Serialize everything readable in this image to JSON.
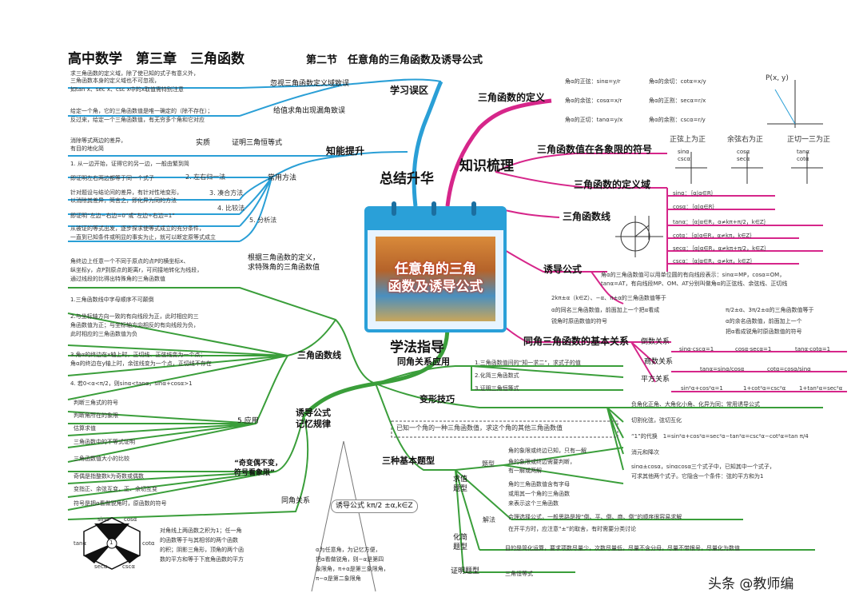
{
  "header": {
    "title": "高中数学　第三章　三角函数",
    "subtitle": "第二节　任意角的三角函数及诱导公式"
  },
  "center": {
    "line1": "任意角的三角",
    "line2": "函数及诱导公式"
  },
  "watermark": "头条 @教师编",
  "branches": {
    "summary": "总结升华",
    "knowledge": "知识梳理",
    "method": "学法指导"
  },
  "summary": {
    "mistakes": "学习误区",
    "m1": "忽视三角函数定义域致误",
    "m1_note": [
      "求三角函数的定义域，除了使已知的式子有意义外，",
      "三角函数本身的定义域也不可忽视，",
      "如tan x、sec x、csc x中的x取值需特别注意"
    ],
    "m2": "给值求角出现漏角致误",
    "m2_note": [
      "给定一个角，它的三角函数值是唯一确定的（除不存在）；",
      "反过来，给定一个三角函数值，有无穷多个角和它对应"
    ],
    "ability": "知能提升",
    "essence": "实质",
    "essence_note": [
      "消除等式两边的差异，",
      "有目的地化简"
    ],
    "prove": "证明三角恒等式",
    "common": "常用方法",
    "methods": [
      {
        "label": "1. 从一边开始，证得它的另一边，一般由繁到简",
        "tag": ""
      },
      {
        "label": "即证明左右两边都等于同一个式子",
        "tag": "2. 左右归一法"
      },
      {
        "label": "针对题设与结论间的差异，有针对性地变形，",
        "label2": "以消除其差异，简言之，即化异为同的方法",
        "tag": "3. 凑合方法"
      },
      {
        "label": "即证明“左边−右边=0”或“左边÷右边=1”",
        "tag": "4. 比较法"
      },
      {
        "label": "从被证的等式出发，逐步探求使等式成立的充分条件，",
        "label2": "一直到已知条件或明显的事实为止，就可以断定原等式成立",
        "tag": "5. 分析法"
      }
    ]
  },
  "knowledge": {
    "def": "三角函数的定义",
    "def_items": [
      "角α的正弦：sinα=y/r",
      "角α的余切：cotα=x/y",
      "角α的余弦：cosα=x/r",
      "角α的正割：secα=r/x",
      "角α的正切：tanα=y/x",
      "角α的余割：cscα=r/y"
    ],
    "diagram_label": "P(x, y)",
    "quadrant": "三角函数值在各象限的符号",
    "quadrant_heads": [
      "正弦上为正",
      "余弦右为正",
      "正切一三为正"
    ],
    "quadrant_fn": [
      "sinα",
      "cscα",
      "cosα",
      "secα",
      "tanα",
      "cotα"
    ],
    "domain": "三角函数的定义域",
    "domain_items": [
      "sinα：｛α|α∈R｝",
      "cosα：｛α|α∈R｝",
      "tanα：｛α|α∈R，α≠kπ+π/2，k∈Z｝",
      "cotα：｛α|α∈R，α≠kπ，k∈Z｝",
      "secα：｛α|α∈R，α≠kπ+π/2，k∈Z｝",
      "cscα：｛α|α∈R，α≠kπ，k∈Z｝"
    ],
    "line": "三角函数线",
    "line_note": [
      "角α的三角函数值可以用单位圆的有向线段表示：sinα=MP，cosα=OM，",
      "tanα=AT，有向线段MP、OM、AT分别叫做角α的正弦线、余弦线、正切线"
    ],
    "induction": "诱导公式",
    "induction_note1": [
      "2kπ±α（k∈Z）、−α、π±α的三角函数值等于",
      "α的同名三角函数值，前面加上一个把α看成",
      "锐角时原函数值的符号"
    ],
    "induction_note2": [
      "π/2±α、3π/2±α的三角函数值等于",
      "α的余名函数值，前面加上一个",
      "把α看成锐角时原函数值的符号"
    ],
    "basic": "同角三角函数的基本关系",
    "recip": "倒数关系",
    "recip_items": [
      "sinα·cscα=1",
      "cosα·secα=1",
      "tanα·cotα=1"
    ],
    "quot": "商数关系",
    "quot_items": [
      "tanα=sinα/cosα",
      "cotα=cosα/sinα"
    ],
    "square": "平方关系",
    "square_items": [
      "sin²α+cos²α=1",
      "1+cot²α=csc²α",
      "1+tan²α=sec²α"
    ]
  },
  "method": {
    "special": [
      "根据三角函数的定义，",
      "求特殊角的三角函数值"
    ],
    "special_note": [
      "角终边上任意一个不同于原点的点P的横坐标x、",
      "纵坐标y，点P到原点的距离r，可间接地转化为线段，",
      "通过线段的比得出特殊角的三角函数值"
    ],
    "trig_line": "三角函数线",
    "tl_items": [
      [
        "1.三角函数线中字母顺序不可颠倒"
      ],
      [
        "2.与坐标轴方向一致的有向线段为正，此时相应的三",
        "角函数值为正；与坐标轴方向相反的有向线段为负，",
        "此时相应的三角函数值为负"
      ],
      [
        "3.角α的终边在x轴上时，正切线、正弦线变为一个点；",
        "角α的终边在y轴上时，余弦线变为一个点，正切线不存在"
      ],
      [
        "4. 若0<α<π/2，则sinα<tanα，sinα+cosα>1"
      ]
    ],
    "apply": "5.应用",
    "apply_items": [
      "判断三角式的符号",
      "判断角所在的象限",
      "估算求值",
      "三角函数中的不等式证明",
      "三角函数值大小的比较"
    ],
    "rule": [
      "诱导公式",
      "记忆规律"
    ],
    "rule_quote": [
      "“奇变偶不变，",
      "符号看象限”"
    ],
    "rule_items": [
      "奇偶是指整数k为奇数或偶数",
      "变指正、余弦互变，正、余切互变",
      "符号是把α看做锐角时，原函数的符号"
    ],
    "formula": "诱导公式 kπ/2 ±α,k∈Z",
    "formula_note": [
      "α为任意角，为记忆方便，",
      "把α看做锐角，则−α是第四",
      "象限角，π+α是第三象限角，",
      "π−α是第二象限角"
    ],
    "same_rel": "同角关系",
    "hex_fn": [
      "sinα",
      "cosα",
      "tanα",
      "cotα",
      "secα",
      "cscα",
      "1"
    ],
    "hex_note": [
      "对角线上两函数之积为1；任一角",
      "的函数等于与其相邻的两个函数",
      "的积；阴影三角形，顶角的两个函",
      "数的平方和等于下底角函数的平方"
    ],
    "same_app": "同角关系应用",
    "same_app_items": [
      "1.三角函数值间的“知一求二”，求式子的值",
      "2.化简三角函数式",
      "3.证明三角恒等式"
    ],
    "deform": "变形技巧",
    "deform_items": [
      "负角化正角、大角化小角、化异为同；常用诱导公式",
      "切割化弦，弦切互化",
      "“1”的代换　1=sin²α+cos²α=sec²α−tan²α=csc²α−cot²α=tan π/4",
      "消元和降次",
      "sinα±cosα，sinαcosα三个式子中，已知其中一个式子，",
      "可求其他两个式子。它隐含一个条件：弦的平方和为1"
    ],
    "three": "三种基本题型",
    "known": "已知一个角的一种三角函数值，求这个角的其他三角函数值",
    "qiuzhi": [
      "求值",
      "题型"
    ],
    "type": "题型",
    "type_items": [
      "角的象限或终边已知，只有一解",
      "角的象限或终边需要判断，",
      "有一解或两解",
      "角的三角函数值含有字母",
      "或用其一个角的三角函数",
      "来表示这个三角函数"
    ],
    "solve": "解法",
    "solve_items": [
      "合理选择公式，一般思路是按“倒、平、倒、商、倒”的顺序很容易求解",
      "在开平方时，应注意“±”的取舍，有时需要分类讨论"
    ],
    "simplify": [
      "化简",
      "题型"
    ],
    "simplify_note": "目的是简化运算，要求项数尽量少，次数尽量低，尽量不含分母，尽量不带根号，尽量化为数值",
    "prove": "证明题型",
    "prove_note": "三角恒等式"
  }
}
